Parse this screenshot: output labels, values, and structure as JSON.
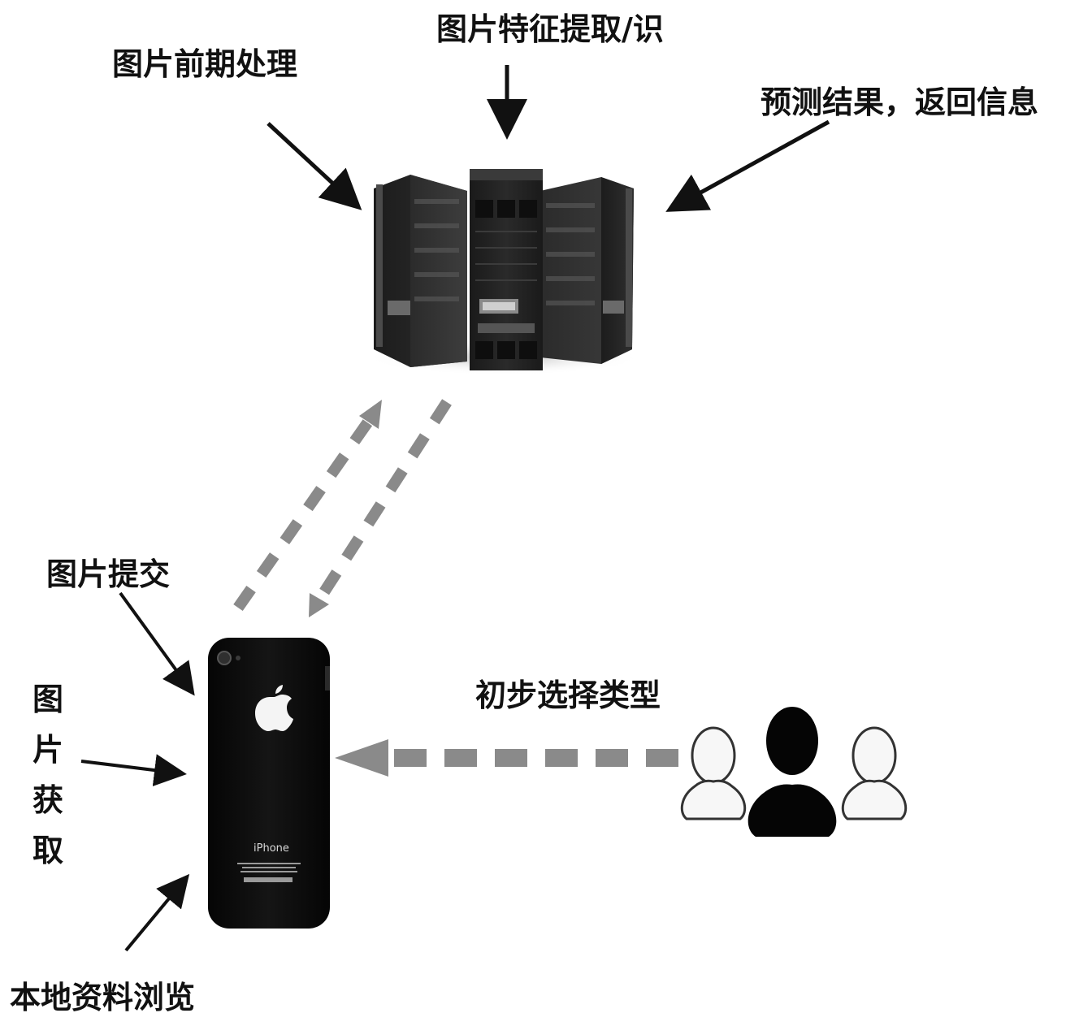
{
  "labels": {
    "preprocess": "图片前期处理",
    "feature": "图片特征提取/识",
    "predict": "预测结果，返回信息",
    "submit": "图片提交",
    "acquire": "图\n片\n获\n取",
    "local_browse": "本地资料浏览",
    "select_type": "初步选择类型"
  },
  "phone": {
    "model_text": "iPhone"
  },
  "colors": {
    "text": "#111111",
    "arrow_black": "#111111",
    "arrow_gray": "#8a8a8a",
    "phone_body": "#0b0b0b",
    "server_dark": "#262626"
  },
  "icons": {
    "server": "server-rack-icon",
    "phone": "smartphone-icon",
    "users": "user-group-icon",
    "apple": "apple-logo-icon"
  }
}
